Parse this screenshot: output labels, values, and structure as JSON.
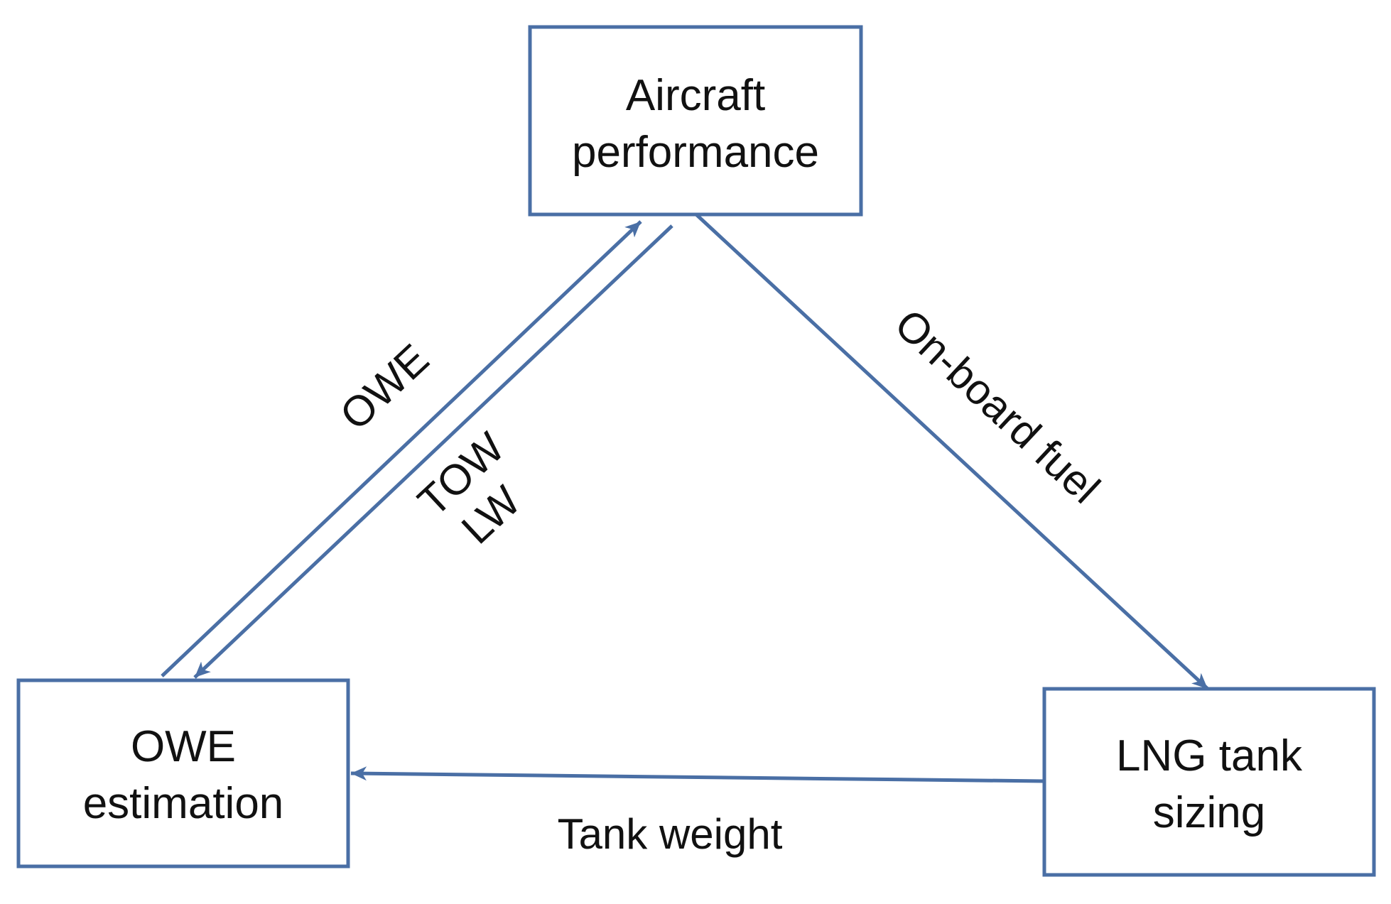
{
  "colors": {
    "stroke": "#4a6fa5",
    "text": "#111111",
    "background": "#ffffff"
  },
  "nodes": {
    "aircraft_performance": {
      "line1": "Aircraft",
      "line2": "performance"
    },
    "owe_estimation": {
      "line1": "OWE",
      "line2": "estimation"
    },
    "lng_tank_sizing": {
      "line1": "LNG tank",
      "line2": "sizing"
    }
  },
  "edges": {
    "owe_to_performance": {
      "label": "OWE"
    },
    "performance_to_owe": {
      "label_line1": "TOW",
      "label_line2": "LW"
    },
    "performance_to_lng": {
      "label": "On-board fuel"
    },
    "lng_to_owe": {
      "label": "Tank weight"
    }
  }
}
